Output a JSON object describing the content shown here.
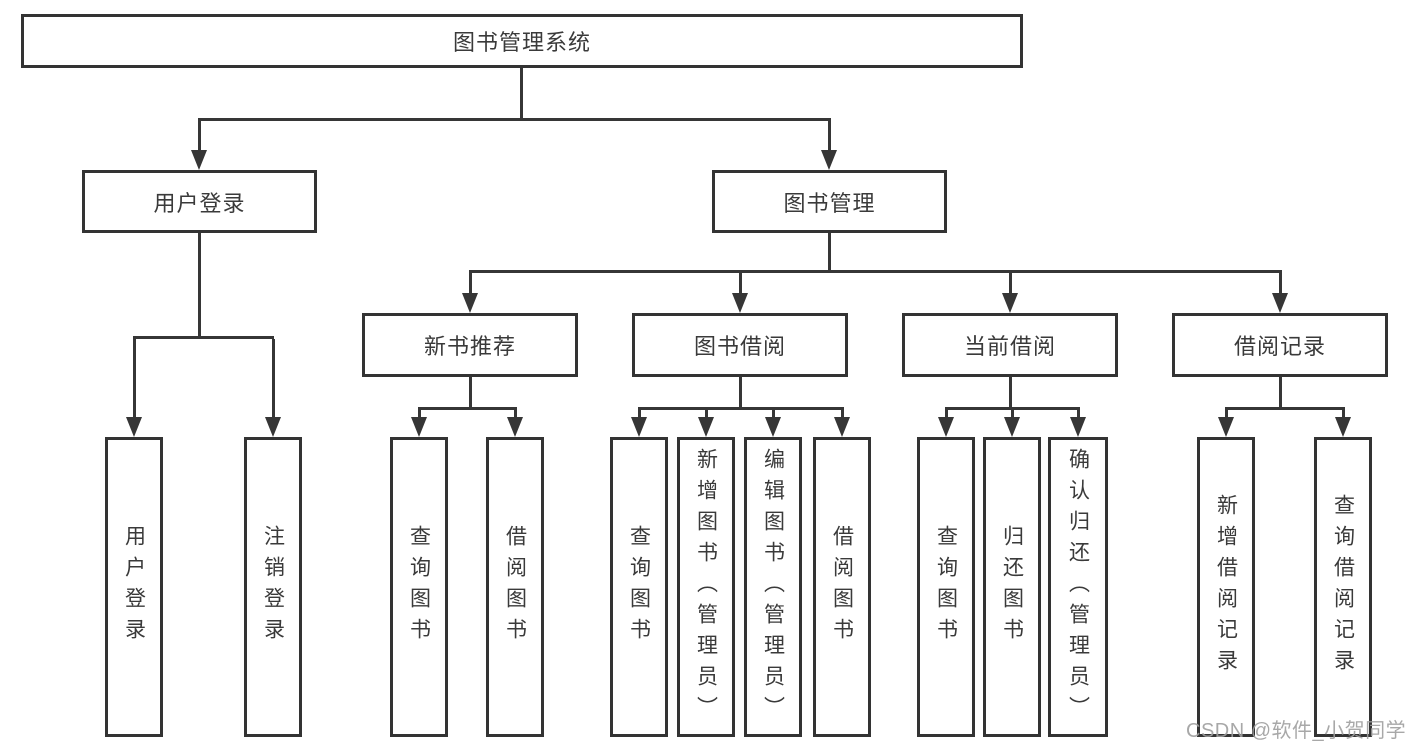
{
  "diagram": {
    "title": "图书管理系统",
    "watermark": "CSDN @软件_小贺同学",
    "nodes": {
      "root": "图书管理系统",
      "user_login": "用户登录",
      "book_mgmt": "图书管理",
      "new_book_rec": "新书推荐",
      "book_borrow": "图书借阅",
      "current_borrow": "当前借阅",
      "borrow_records": "借阅记录",
      "leaf_user_login": "用户登录",
      "leaf_logout": "注销登录",
      "leaf_query_book_1": "查询图书",
      "leaf_borrow_book_1": "借阅图书",
      "leaf_query_book_2": "查询图书",
      "leaf_add_book": "新增图书（管理员）",
      "leaf_edit_book": "编辑图书（管理员）",
      "leaf_borrow_book_2": "借阅图书",
      "leaf_query_book_3": "查询图书",
      "leaf_return_book": "归还图书",
      "leaf_confirm_return": "确认归还（管理员）",
      "leaf_add_record": "新增借阅记录",
      "leaf_query_record": "查询借阅记录"
    }
  }
}
